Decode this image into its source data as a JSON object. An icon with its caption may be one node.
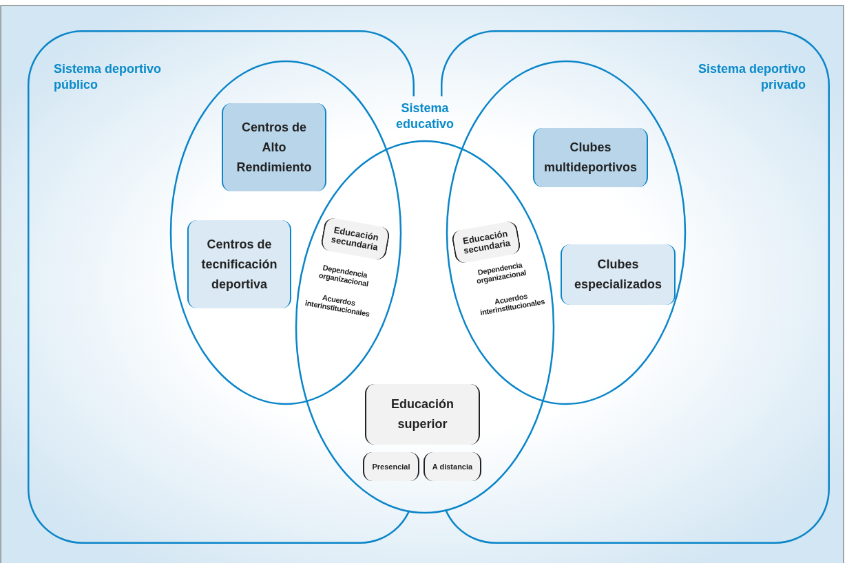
{
  "diagram": {
    "nodes": [
      {
        "text": [
          "Sistema deportivo público"
        ]
      },
      {
        "text": [],
        "shape": "ellipse",
        "in": 0
      },
      {
        "text": [
          "Centros de Alto Rendimiento"
        ],
        "in": 1
      },
      {
        "text": [
          "Centros de tecnificación deportiva"
        ],
        "in": 1
      },
      {
        "text": [
          "Sistema educativo"
        ]
      },
      {
        "text": [
          "Educación secundaria"
        ],
        "beside": [
          "Dependencia organizacional",
          "Acuerdos interinstitucionales"
        ]
      },
      {
        "text": [
          "Educación superior"
        ],
        "in": 4
      },
      {
        "text": [
          "Presencial"
        ],
        "in": 4
      },
      {
        "text": [
          "A distancia"
        ],
        "in": 4
      },
      {
        "text": [
          "Sistema deportivo privado"
        ]
      },
      {
        "text": [],
        "shape": "ellipse",
        "in": 9
      },
      {
        "text": [
          "Clubes multideportivos"
        ],
        "in": 10
      },
      {
        "text": [
          "Clubes especializados"
        ],
        "in": 10
      },
      {
        "text": [
          "Educación secundaria"
        ],
        "beside": [
          "Dependencia organizacional",
          "Acuerdos interinstitucionales"
        ]
      }
    ]
  }
}
